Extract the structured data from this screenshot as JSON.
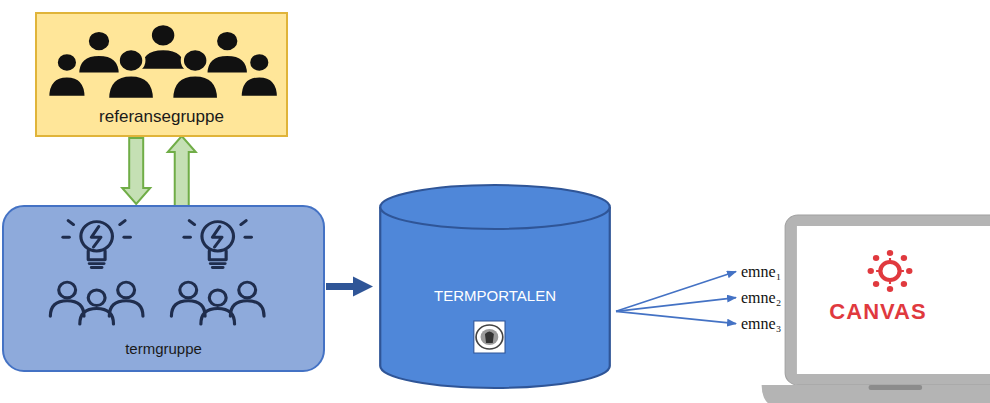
{
  "diagram": {
    "nodes": [
      {
        "text": [
          "referansegruppe"
        ]
      },
      {
        "text": [
          "termgruppe"
        ]
      },
      {
        "text": [
          "TERMPORTALEN"
        ]
      },
      {
        "text": [
          "emne₁"
        ]
      },
      {
        "text": [
          "emne₂"
        ]
      },
      {
        "text": [
          "emne₃"
        ]
      },
      {
        "text": [
          "CANVAS"
        ]
      }
    ],
    "edges": [
      {
        "from": 0,
        "to": 1,
        "arrow": "to"
      },
      {
        "from": 1,
        "to": 0,
        "arrow": "to"
      },
      {
        "from": 1,
        "to": 2,
        "arrow": "to"
      },
      {
        "from": 2,
        "to": 3,
        "arrow": "to"
      },
      {
        "from": 2,
        "to": 4,
        "arrow": "to"
      },
      {
        "from": 2,
        "to": 5,
        "arrow": "to"
      }
    ]
  }
}
